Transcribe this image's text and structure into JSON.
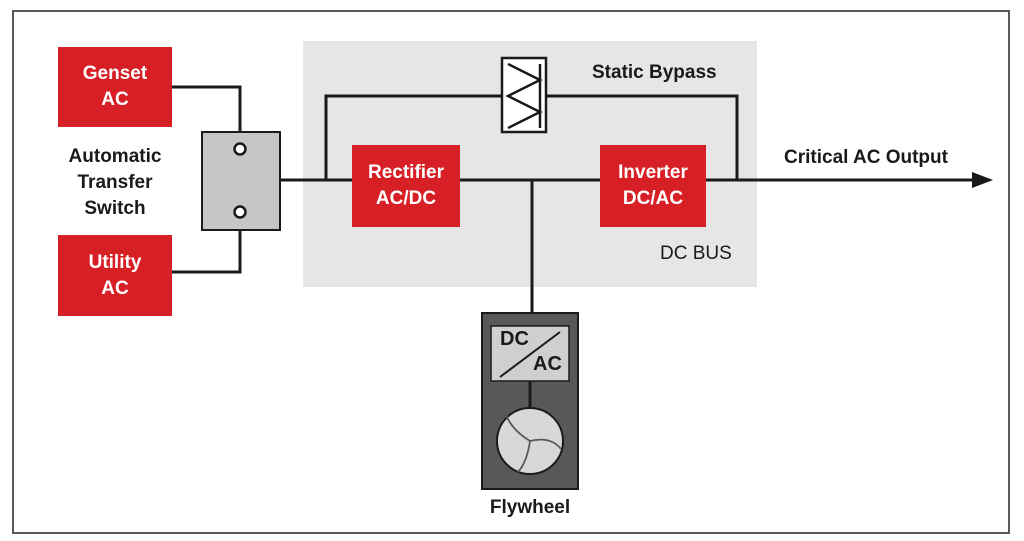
{
  "diagram": {
    "genset": {
      "line1": "Genset",
      "line2": "AC"
    },
    "utility": {
      "line1": "Utility",
      "line2": "AC"
    },
    "ats": {
      "line1": "Automatic",
      "line2": "Transfer",
      "line3": "Switch"
    },
    "rectifier": {
      "line1": "Rectifier",
      "line2": "AC/DC"
    },
    "inverter": {
      "line1": "Inverter",
      "line2": "DC/AC"
    },
    "static_bypass": "Static Bypass",
    "dc_bus": "DC BUS",
    "output": "Critical AC Output",
    "converter": {
      "top": "DC",
      "bottom": "AC"
    },
    "flywheel": "Flywheel"
  },
  "colors": {
    "red": "#d71f26",
    "panel": "#e6e6e6",
    "dark_gray": "#585858",
    "light_gray": "#c6c6c6",
    "line": "#1a1a1a"
  }
}
